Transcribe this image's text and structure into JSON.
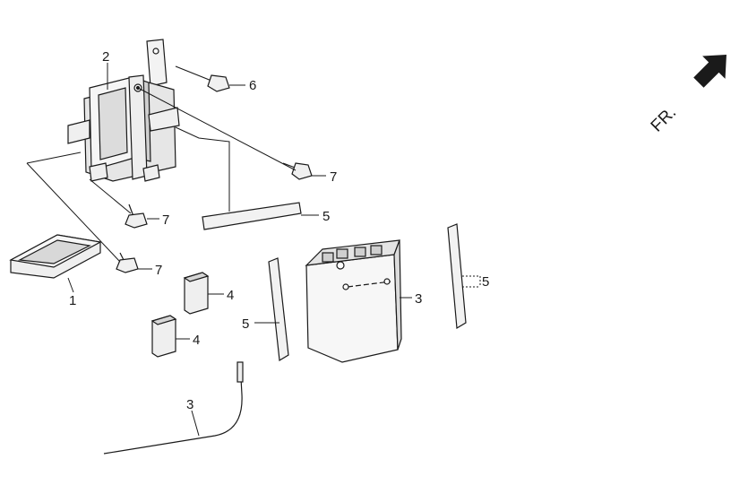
{
  "direction": {
    "label": "FR.",
    "icon": "forward-arrow-icon"
  },
  "callouts": {
    "frame_bracket": "2",
    "bolt_top": "6",
    "bolt_right": "7",
    "bolt_mid": "7",
    "bolt_low": "7",
    "pad_horizontal": "5",
    "pad_left_vertical": "5",
    "pad_right_vertical": "5",
    "battery": "3",
    "breather_tube": "3",
    "cover_cap": "1",
    "rubber_block_upper": "4",
    "rubber_block_lower": "4"
  }
}
